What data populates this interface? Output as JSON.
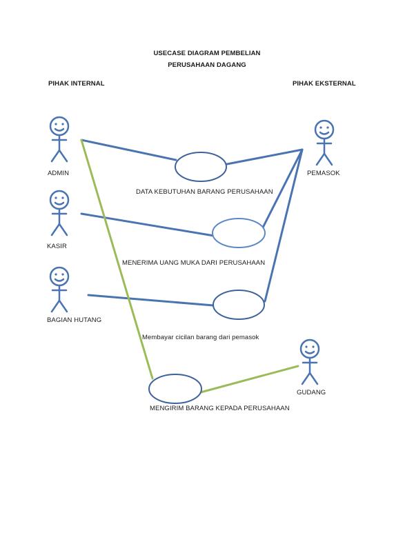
{
  "title": {
    "line1": "USECASE DIAGRAM PEMBELIAN",
    "line2": "PERUSAHAAN DAGANG"
  },
  "sections": {
    "internal": "PIHAK INTERNAL",
    "external": "PIHAK EKSTERNAL"
  },
  "actors": {
    "admin": "ADMIN",
    "kasir": "KASIR",
    "bagian_hutang": "BAGIAN HUTANG",
    "pemasok": "PEMASOK",
    "gudang": "GUDANG"
  },
  "use_cases": {
    "uc1": "DATA KEBUTUHAN BARANG PERUSAHAAN",
    "uc2": "MENERIMA UANG MUKA DARI PERUSAHAAN",
    "uc3": "Membayar cicilan barang dari pemasok",
    "uc4": "MENGIRIM BARANG KEPADA PERUSAHAAN"
  },
  "colors": {
    "primary_stroke": "#4a73b1",
    "green_line": "#9bbb59",
    "background": "#ffffff",
    "text": "#1a1a1a"
  }
}
